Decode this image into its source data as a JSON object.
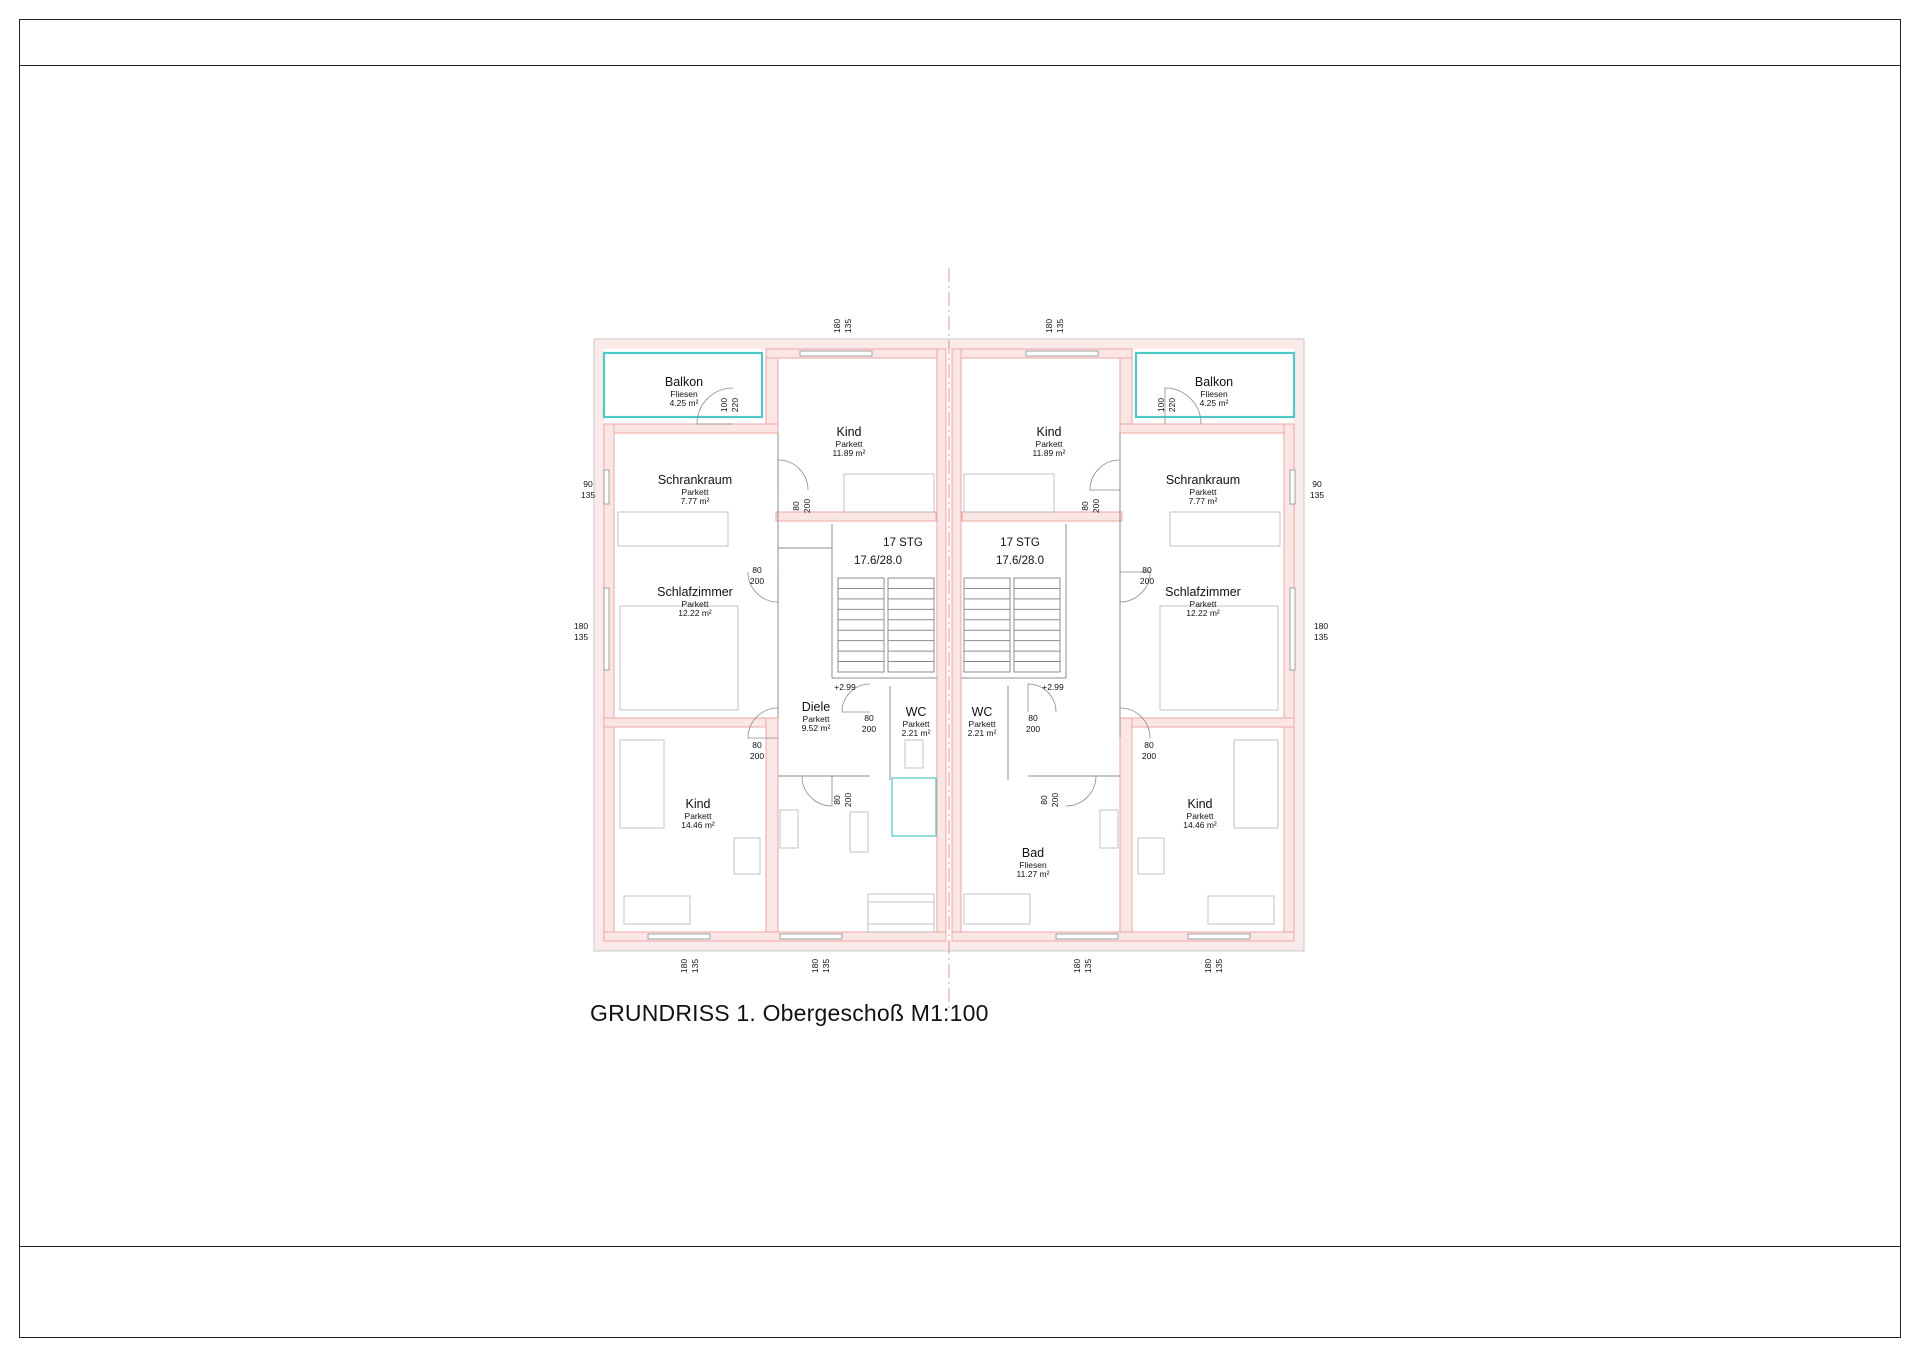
{
  "title": "GRUNDRISS  1. Obergeschoß M1:100",
  "colors": {
    "wall": "#eea5a5",
    "wall_fill": "#fbe6e6",
    "outer": "#fbeaea",
    "glass": "#4fc8c8",
    "line": "#8c8c8c",
    "axis": "#e07a7a"
  },
  "rooms": [
    {
      "name": "Balkon",
      "floor": "Fliesen",
      "area": "4.25 m²"
    },
    {
      "name": "Kind",
      "floor": "Parkett",
      "area": "11.89 m²"
    },
    {
      "name": "Schrankraum",
      "floor": "Parkett",
      "area": "7.77 m²"
    },
    {
      "name": "Schlafzimmer",
      "floor": "Parkett",
      "area": "12.22 m²"
    },
    {
      "name": "Diele",
      "floor": "Parkett",
      "area": "9.52 m²"
    },
    {
      "name": "WC",
      "floor": "Parkett",
      "area": "2.21 m²"
    },
    {
      "name": "Kind",
      "floor": "Parkett",
      "area": "14.46 m²"
    },
    {
      "name": "Kind",
      "floor": "Parkett",
      "area": "11.89 m²"
    },
    {
      "name": "Balkon",
      "floor": "Fliesen",
      "area": "4.25 m²"
    },
    {
      "name": "Schrankraum",
      "floor": "Parkett",
      "area": "7.77 m²"
    },
    {
      "name": "Schlafzimmer",
      "floor": "Parkett",
      "area": "12.22 m²"
    },
    {
      "name": "WC",
      "floor": "Parkett",
      "area": "2.21 m²"
    },
    {
      "name": "Bad",
      "floor": "Fliesen",
      "area": "11.27 m²"
    },
    {
      "name": "Kind",
      "floor": "Parkett",
      "area": "14.46 m²"
    }
  ],
  "stairs": [
    {
      "steps": "17 STG",
      "ratio": "17.6/28.0",
      "level": "+2.99"
    },
    {
      "steps": "17 STG",
      "ratio": "17.6/28.0",
      "level": "+2.99"
    }
  ],
  "dims": {
    "win_180": "180",
    "win_135": "135",
    "win_90": "90",
    "door_80": "80",
    "door_200": "200",
    "balc_100": "100",
    "balc_220": "220"
  }
}
